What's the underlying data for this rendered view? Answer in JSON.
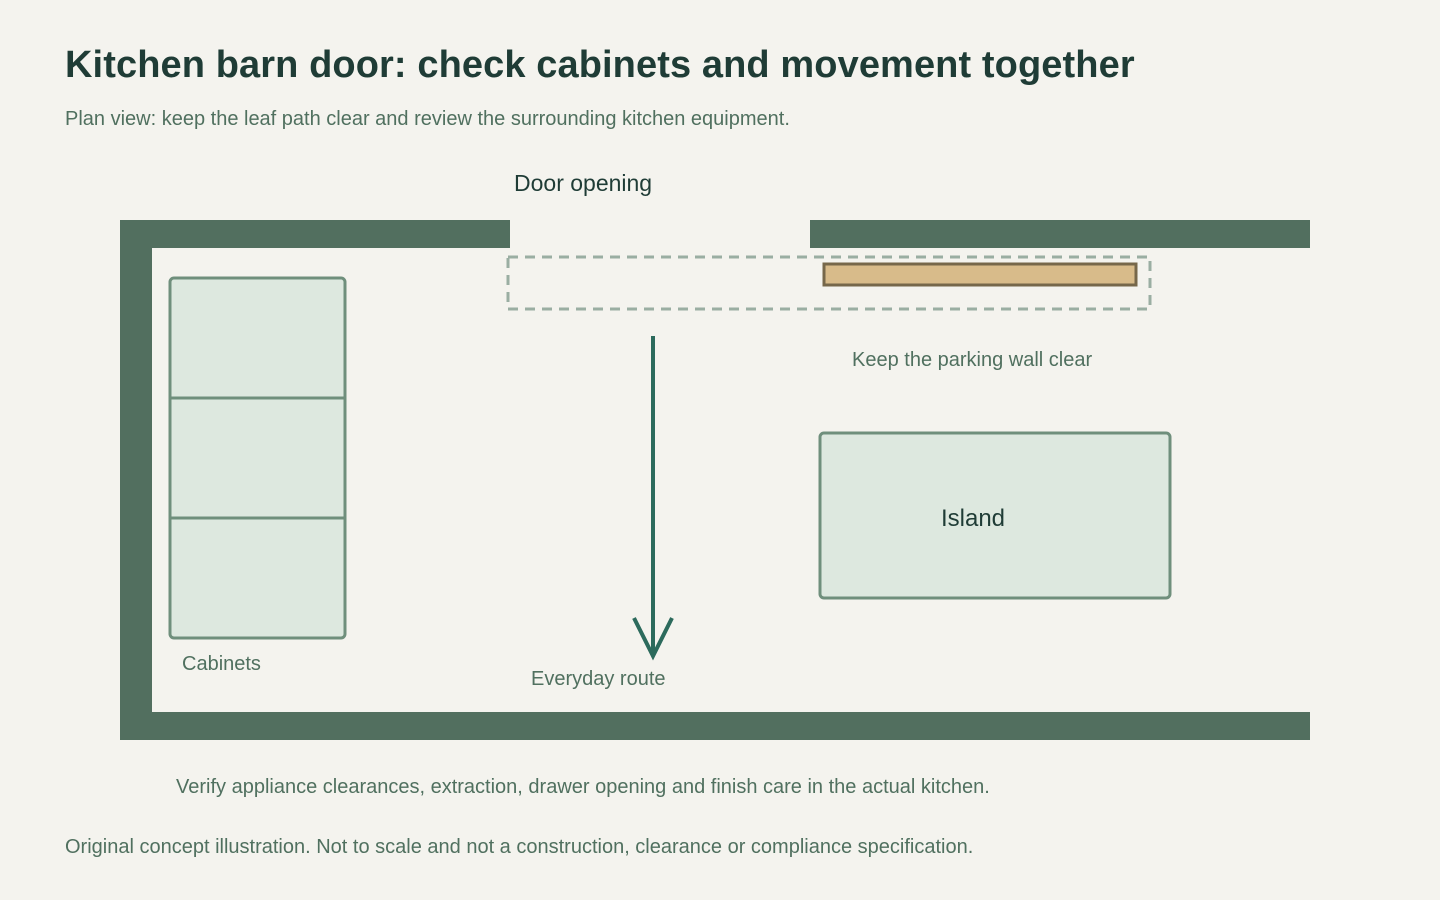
{
  "header": {
    "title": "Kitchen barn door: check cabinets and movement together",
    "subtitle": "Plan view: keep the leaf path clear and review the surrounding kitchen equipment."
  },
  "plan": {
    "door_opening_label": "Door opening",
    "parking_wall_label": "Keep the parking wall clear",
    "island_label": "Island",
    "cabinets_label": "Cabinets",
    "route_label": "Everyday route",
    "cabinet_units": 3
  },
  "footer": {
    "verify_note": "Verify appliance clearances, extraction, drawer opening and finish care in the actual kitchen.",
    "concept_note": "Original concept illustration. Not to scale and not a construction, clearance or compliance specification."
  },
  "colors": {
    "wall": "#526f5f",
    "cabinet_fill": "#dde8df",
    "cabinet_stroke": "#6f8f7c",
    "door_leaf_fill": "#d8bb8a",
    "door_leaf_stroke": "#76674a",
    "track_dash": "#9aaea2",
    "route_arrow": "#2c6a5c",
    "title_text": "#1f3c36",
    "muted_text": "#50705f"
  }
}
